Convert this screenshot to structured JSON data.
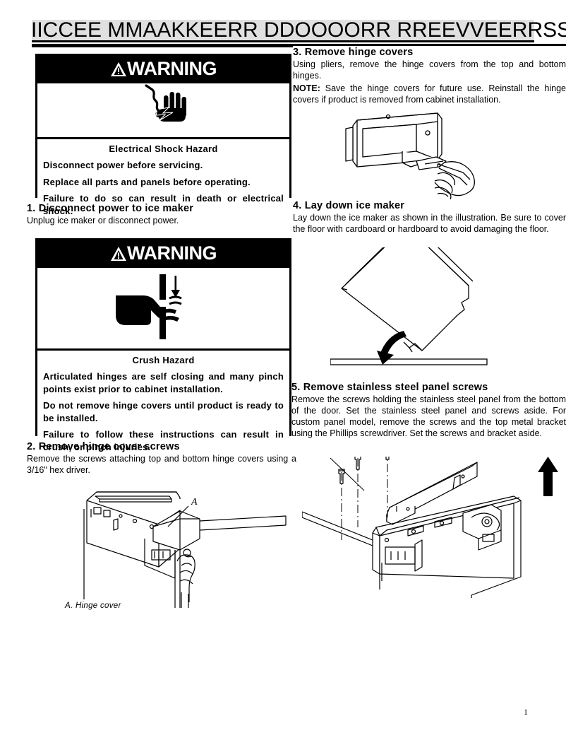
{
  "header": {
    "title": "IICCEE  MMAAKKEERR  DDOOOORR  RREEVVEERRSSAALL",
    "band_color": "#e0e0e0"
  },
  "page_number": "1",
  "warnings": [
    {
      "header_label": "WARNING",
      "pictogram": "electric-shock-hand-icon",
      "title": "Electrical  Shock  Hazard",
      "lines": [
        "Disconnect  power  before  servicing.",
        "Replace  all  parts  and  panels  before  operating.",
        "Failure  to  do  so  can  result  in  death  or  electrical  shock."
      ]
    },
    {
      "header_label": "WARNING",
      "pictogram": "pinch-point-hand-icon",
      "title": "Crush  Hazard",
      "lines": [
        "Articulated  hinges  are  self  closing  and  many  pinch  points  exist  prior  to  cabinet  installation.",
        "Do  not  remove  hinge  covers  until  product  is  ready  to  be  installed.",
        "Failure  to  follow  these  instructions  can  result  in  crush,  or  pinch  injuries."
      ]
    }
  ],
  "steps": [
    {
      "number": "1.",
      "title": "1.  Disconnect  power  to  ice  maker",
      "body": "Unplug  ice  maker  or  disconnect  power."
    },
    {
      "number": "2.",
      "title": "2.  Remove  hinge  cover  screws",
      "body": "Remove  the  screws  attaching  top  and  bottom  hinge  covers  using  a  3/16\"  hex  driver."
    },
    {
      "number": "3.",
      "title": "3.  Remove  hinge  covers",
      "body": "Using  pliers,  remove  the  hinge  covers  from  the  top  and  bottom  hinges.",
      "note_label": "NOTE:",
      "note_body": " Save  the  hinge  covers  for  future  use.  Reinstall  the  hinge  covers  if  product  is  removed  from  cabinet  installation."
    },
    {
      "number": "4.",
      "title": "4.  Lay  down  ice  maker",
      "body": "Lay  down  the  ice  maker  as  shown  in  the  illustration.  Be  sure  to  cover  the  floor  with  cardboard  or  hardboard  to  avoid  damaging  the  floor."
    },
    {
      "number": "5.",
      "title": "5.  Remove  stainless  steel  panel  screws",
      "body": "Remove  the  screws  holding  the  stainless  steel  panel  from  the  bottom  of  the  door.  Set  the  stainless  steel  panel  and  screws  aside.  For  custom  panel  model,  remove  the  screws  and  the  top  metal  bracket  using  the  Phillips  screwdriver.  Set  the  screws  and  bracket  aside."
    }
  ],
  "figures": {
    "hinge_cover_callout": "A",
    "hinge_cover_caption": "A.  Hinge  cover"
  }
}
